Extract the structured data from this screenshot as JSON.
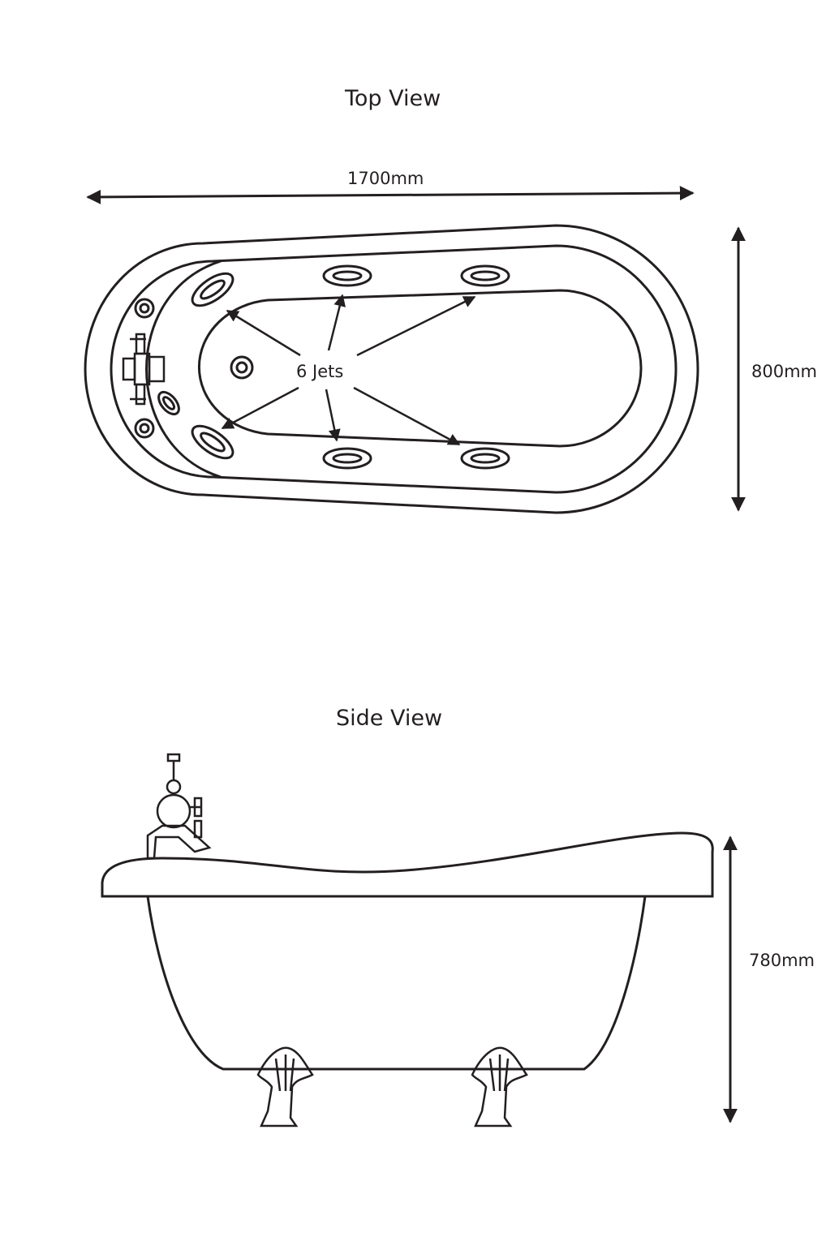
{
  "top_view": {
    "title": "Top View",
    "length_label": "1700mm",
    "width_label": "800mm",
    "jets_label": "6 Jets"
  },
  "side_view": {
    "title": "Side View",
    "height_label": "780mm"
  },
  "colors": {
    "line": "#231f20",
    "background": "#ffffff"
  }
}
